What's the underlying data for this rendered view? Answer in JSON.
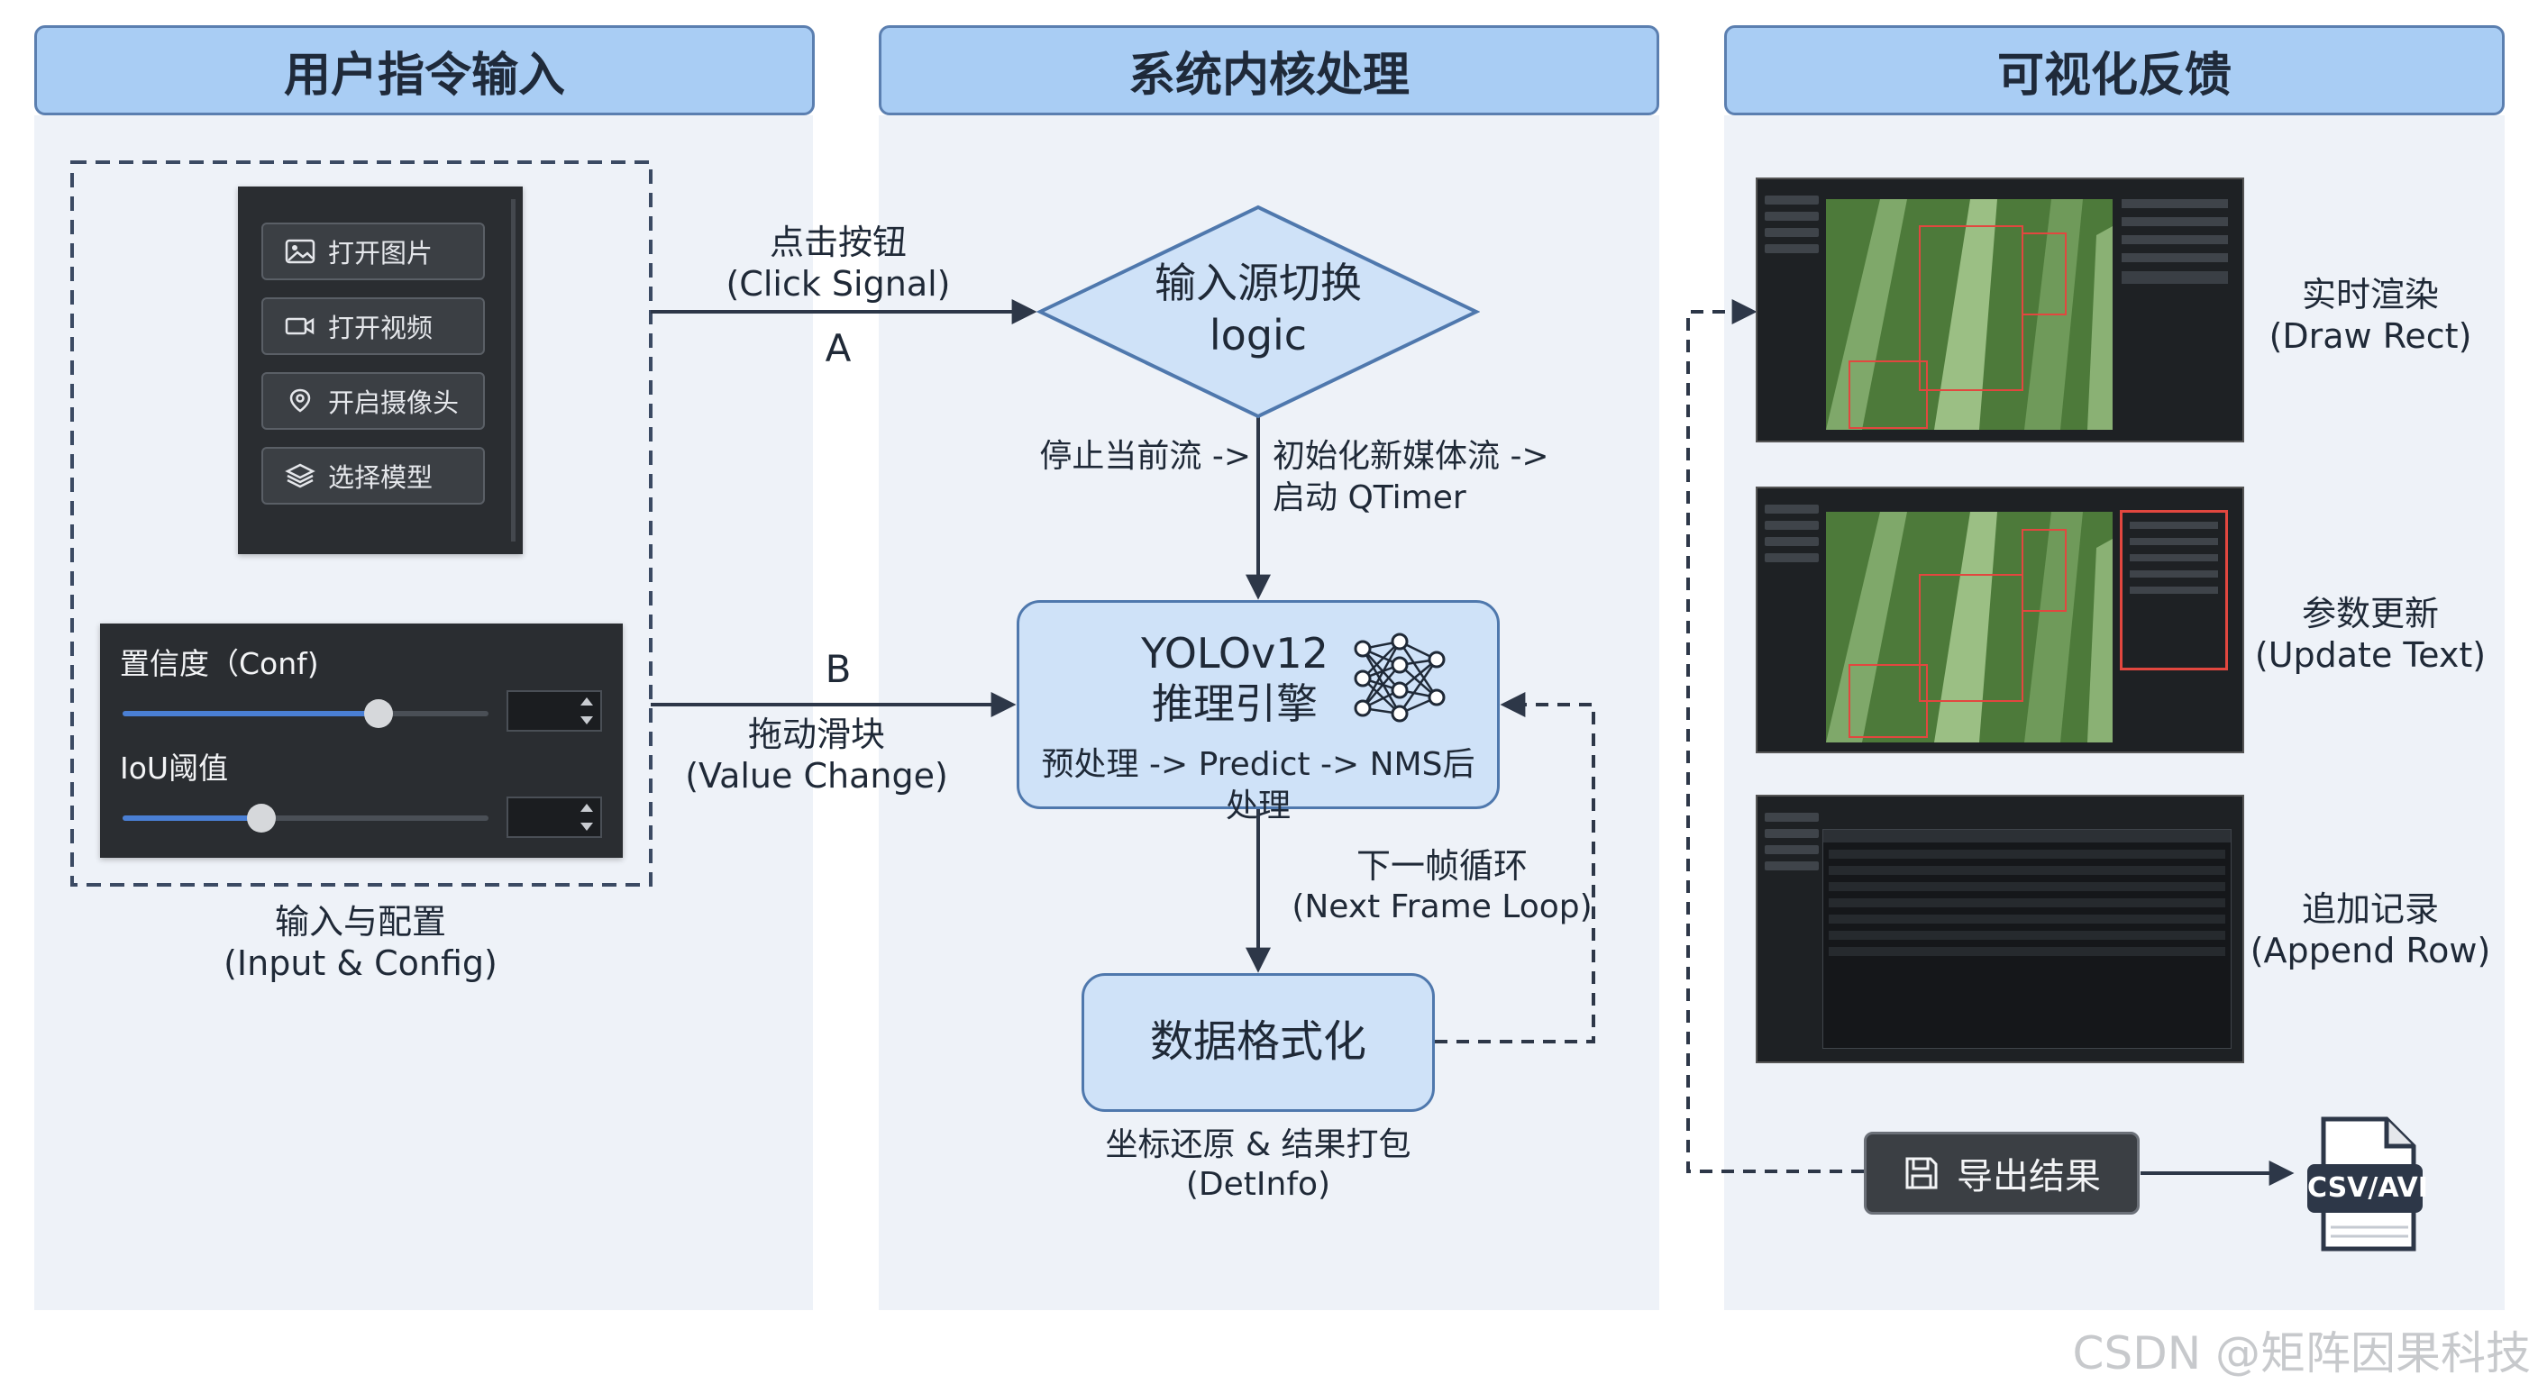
{
  "columns": [
    {
      "title": "用户指令输入"
    },
    {
      "title": "系统内核处理"
    },
    {
      "title": "可视化反馈"
    }
  ],
  "input_panel": {
    "menu": [
      "打开图片",
      "打开视频",
      "开启摄像头",
      "选择模型"
    ],
    "sliders": [
      {
        "label": "置信度（Conf)",
        "value": 0.7
      },
      {
        "label": "IoU阈值",
        "value": 0.38
      }
    ],
    "caption_cn": "输入与配置",
    "caption_en": "(Input & Config)"
  },
  "arrows": {
    "a_label_cn": "点击按钮",
    "a_label_en": "(Click Signal)",
    "a_letter": "A",
    "b_letter": "B",
    "b_label_cn": "拖动滑块",
    "b_label_en": "(Value Change)"
  },
  "core": {
    "switch_line1": "输入源切换",
    "switch_line2": "logic",
    "stop_text": "停止当前流 ->",
    "init_line1": "初始化新媒体流 ->",
    "init_line2": "启动 QTimer",
    "engine_title1": "YOLOv12",
    "engine_title2": "推理引擎",
    "engine_pipeline": "预处理 -> Predict -> NMS后处理",
    "loop_cn": "下一帧循环",
    "loop_en": "(Next Frame Loop)",
    "format_title": "数据格式化",
    "format_cap1": "坐标还原 & 结果打包",
    "format_cap2": "(DetInfo)"
  },
  "feedback": {
    "items": [
      {
        "cn": "实时渲染",
        "en": "(Draw Rect)"
      },
      {
        "cn": "参数更新",
        "en": "(Update Text)"
      },
      {
        "cn": "追加记录",
        "en": "(Append Row)"
      }
    ],
    "export_button": "导出结果",
    "file_label": "CSV/AVI"
  },
  "watermark": "CSDN @矩阵因果科技",
  "colors": {
    "header_bg": "#a9cdf4",
    "node_fill": "#cfe2f8",
    "node_border": "#4f78ad",
    "dark_panel": "#2a2d31",
    "slider_blue": "#4a7fd4",
    "detect_red": "#e2473f"
  },
  "icons": [
    "image-icon",
    "video-icon",
    "location-pin-icon",
    "layers-icon",
    "neural-network-icon",
    "save-icon",
    "file-icon"
  ]
}
